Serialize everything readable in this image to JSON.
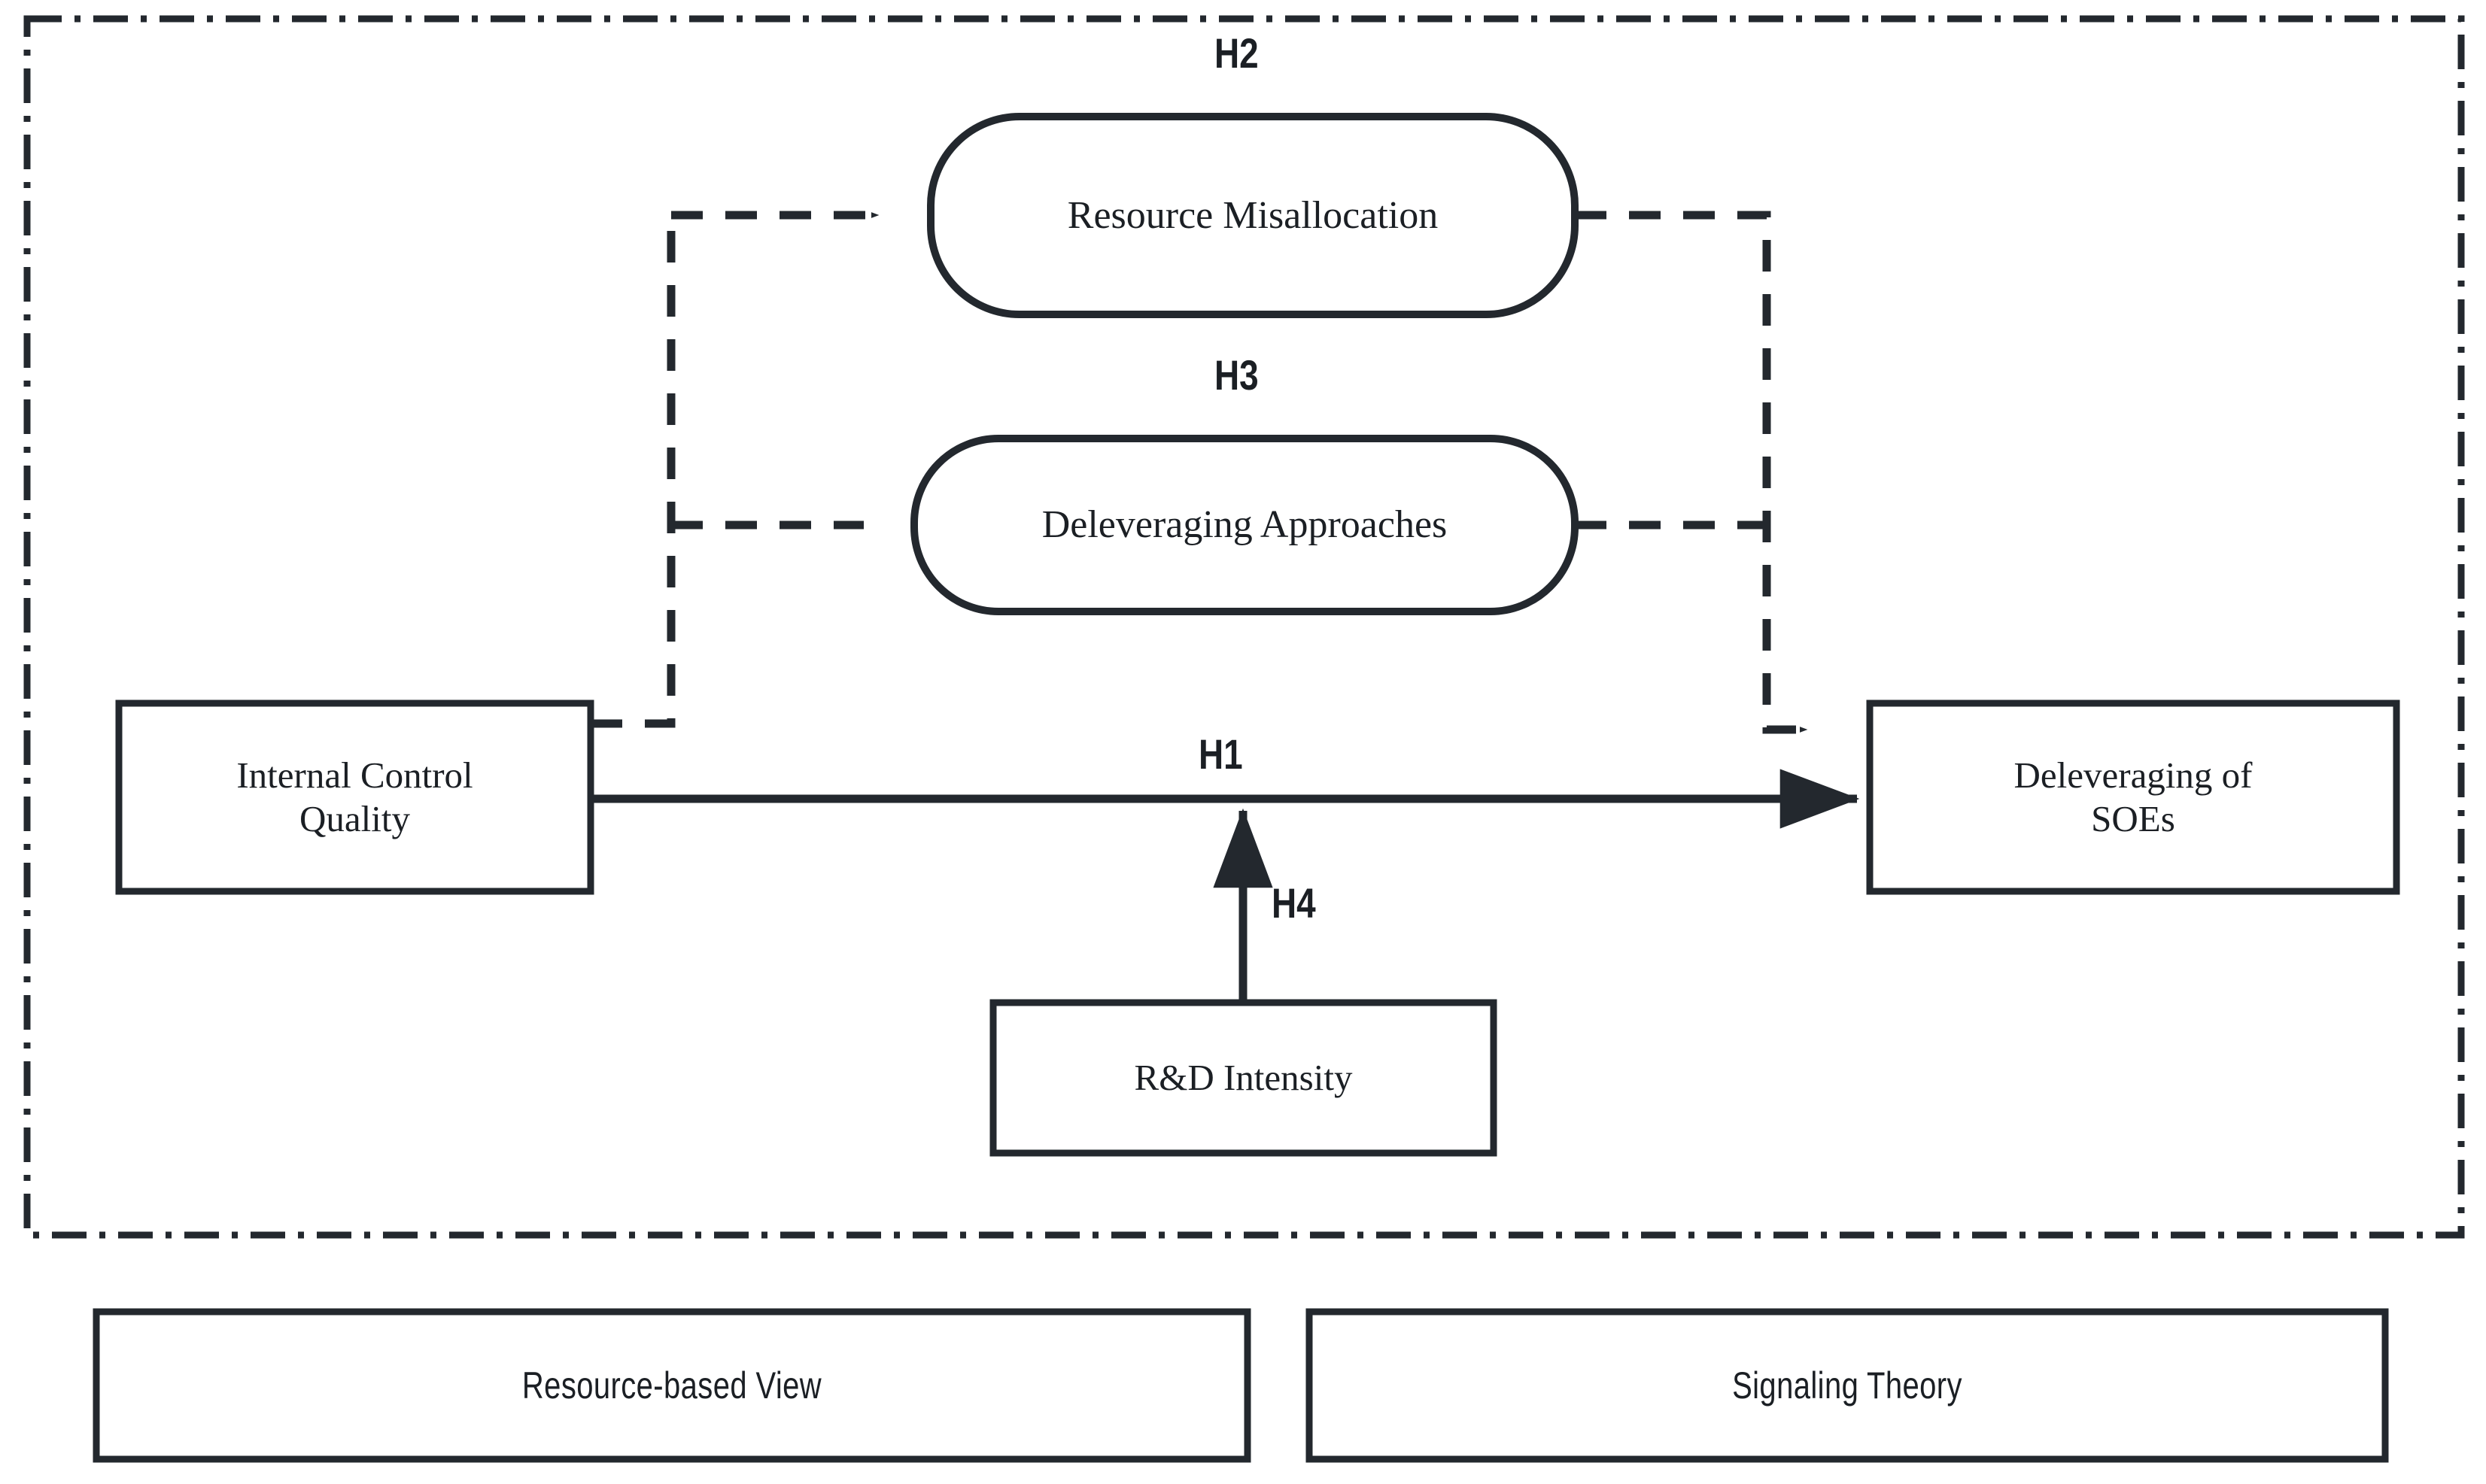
{
  "diagram": {
    "title_present": false,
    "colors": {
      "stroke": "#23282e",
      "text": "#1b1f24",
      "background": "#ffffff"
    },
    "boundary": {
      "name": "dash-dot-frame",
      "style": "dash-dot"
    },
    "nodes": [
      {
        "id": "internal-control-quality",
        "label": "Internal Control\nQuality",
        "shape": "rectangle"
      },
      {
        "id": "resource-misallocation",
        "label": "Resource Misallocation",
        "shape": "rounded-rectangle"
      },
      {
        "id": "deleveraging-approaches",
        "label": "Deleveraging Approaches",
        "shape": "rounded-rectangle"
      },
      {
        "id": "deleveraging-of-soes",
        "label": "Deleveraging of\nSOEs",
        "shape": "rectangle"
      },
      {
        "id": "rd-intensity",
        "label": "R&D Intensity",
        "shape": "rectangle"
      }
    ],
    "hypotheses": [
      {
        "id": "h1",
        "label": "H1",
        "from": "internal-control-quality",
        "to": "deleveraging-of-soes",
        "line": "solid"
      },
      {
        "id": "h2",
        "label": "H2",
        "from": "internal-control-quality",
        "to": "resource-misallocation",
        "line": "dashed"
      },
      {
        "id": "h3",
        "label": "H3",
        "from": "internal-control-quality",
        "to": "deleveraging-approaches",
        "line": "dashed"
      },
      {
        "id": "h4",
        "label": "H4",
        "from": "rd-intensity",
        "to": "h1-path",
        "line": "solid"
      }
    ],
    "theories": [
      {
        "id": "resource-based-view",
        "label": "Resource-based View"
      },
      {
        "id": "signaling-theory",
        "label": "Signaling Theory"
      }
    ]
  }
}
